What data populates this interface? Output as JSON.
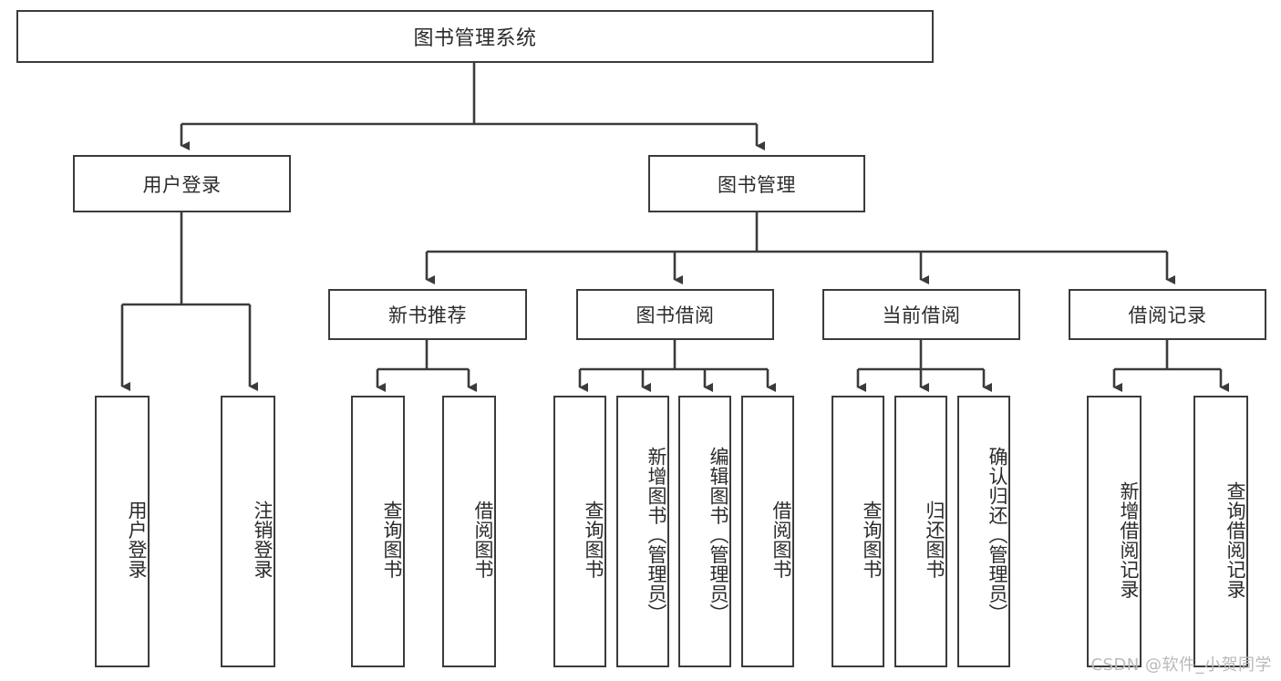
{
  "diagram": {
    "type": "tree",
    "title": "图书管理系统",
    "watermark": "CSDN @软件_小贺同学",
    "colors": {
      "stroke": "#3b3b3b",
      "fill": "#ffffff",
      "text": "#2b2b2b",
      "watermark": "#b9b9b9"
    },
    "nodes": {
      "root": {
        "label": "图书管理系统"
      },
      "level2": [
        {
          "id": "user-login",
          "label": "用户登录"
        },
        {
          "id": "book-manage",
          "label": "图书管理"
        }
      ],
      "level3": [
        {
          "id": "new-book-recommend",
          "label": "新书推荐"
        },
        {
          "id": "book-borrow",
          "label": "图书借阅"
        },
        {
          "id": "current-borrow",
          "label": "当前借阅"
        },
        {
          "id": "borrow-record",
          "label": "借阅记录"
        }
      ],
      "leaves": {
        "user-login": [
          {
            "id": "leaf-user-login",
            "label": "用户登录"
          },
          {
            "id": "leaf-logout-login",
            "label": "注销登录"
          }
        ],
        "new-book-recommend": [
          {
            "id": "leaf-query-book-1",
            "label": "查询图书"
          },
          {
            "id": "leaf-borrow-book-1",
            "label": "借阅图书"
          }
        ],
        "book-borrow": [
          {
            "id": "leaf-query-book-2",
            "label": "查询图书"
          },
          {
            "id": "leaf-add-book",
            "label": "新增图书（管理员）"
          },
          {
            "id": "leaf-edit-book",
            "label": "编辑图书（管理员）"
          },
          {
            "id": "leaf-borrow-book-2",
            "label": "借阅图书"
          }
        ],
        "current-borrow": [
          {
            "id": "leaf-query-book-3",
            "label": "查询图书"
          },
          {
            "id": "leaf-return-book",
            "label": "归还图书"
          },
          {
            "id": "leaf-confirm-return",
            "label": "确认归还（管理员）"
          }
        ],
        "borrow-record": [
          {
            "id": "leaf-add-record",
            "label": "新增借阅记录"
          },
          {
            "id": "leaf-query-record",
            "label": "查询借阅记录"
          }
        ]
      }
    }
  }
}
